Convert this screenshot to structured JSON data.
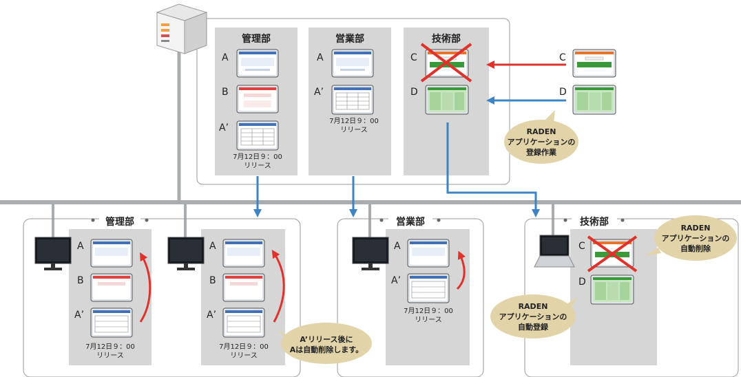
{
  "server": {
    "panels": [
      {
        "title": "管理部",
        "apps": [
          "A",
          "B",
          "A’"
        ],
        "note": "7月12日９：00\nリリース"
      },
      {
        "title": "営業部",
        "apps": [
          "A",
          "A’"
        ],
        "note": "7月12日９：00\nリリース"
      },
      {
        "title": "技術部",
        "apps": [
          "C",
          "D"
        ]
      }
    ],
    "incoming_labels": [
      "C",
      "D"
    ],
    "bubble": "RADEN\nアプリケーションの\n登録作業"
  },
  "clients": [
    {
      "title": "管理部",
      "apps": [
        "A",
        "B",
        "A’"
      ],
      "note": "7月12日９：00\nリリース"
    },
    {
      "apps": [
        "A",
        "B",
        "A’"
      ],
      "note": "7月12日９：00\nリリース",
      "bubble": "A’リリース後に\nAは自動削除します。"
    },
    {
      "title": "営業部",
      "apps": [
        "A",
        "A’"
      ],
      "note": "7月12日９：00\nリリース"
    },
    {
      "title": "技術部",
      "apps": [
        "C",
        "D"
      ],
      "bubble_top": "RADEN\nアプリケーションの\n自動削除",
      "bubble_bottom": "RADEN\nアプリケーションの\n自動登録"
    }
  ],
  "colors": {
    "panel_gray": "#d6d6d6",
    "network_line": "#a9acae",
    "arrow_red": "#e0312b",
    "arrow_blue": "#3d84c6",
    "bubble_fill": "#e2d3a9",
    "thumb_blue": "#4270b4",
    "thumb_red": "#e04040",
    "thumb_green": "#3a9a3a",
    "thumb_orange": "#e8742c"
  }
}
